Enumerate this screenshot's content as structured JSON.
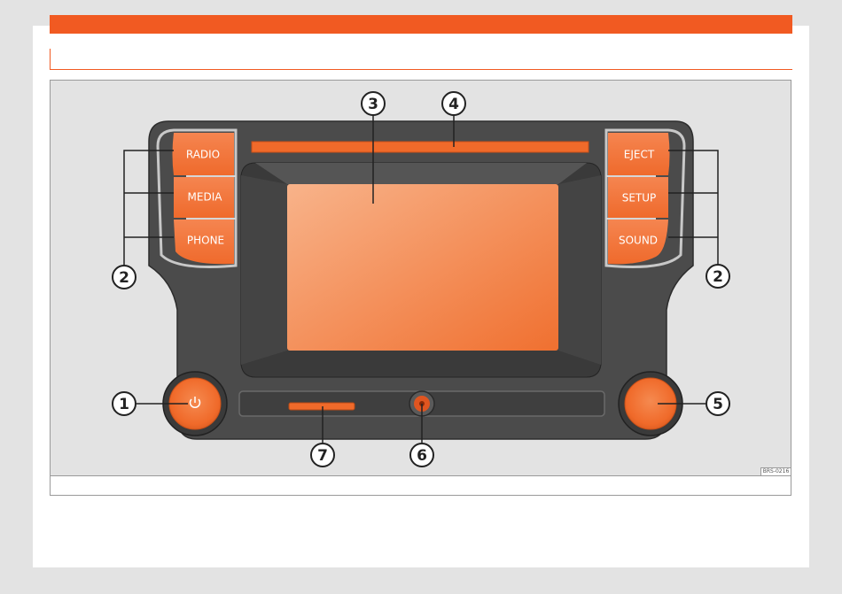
{
  "buttons": {
    "radio": "RADIO",
    "media": "MEDIA",
    "phone": "PHONE",
    "eject": "EJECT",
    "setup": "SETUP",
    "sound": "SOUND"
  },
  "callouts": {
    "c1": "1",
    "c2_left": "2",
    "c2_right": "2",
    "c3": "3",
    "c4": "4",
    "c5": "5",
    "c6": "6",
    "c7": "7"
  },
  "figure_code": "BRS-0216",
  "colors": {
    "accent": "#f15a22",
    "panel": "#4a4a4a",
    "bezel": "#3a3a3a",
    "screen_light": "#f8b38a",
    "screen_dark": "#f07030"
  },
  "icons": {
    "power": "power-icon"
  }
}
